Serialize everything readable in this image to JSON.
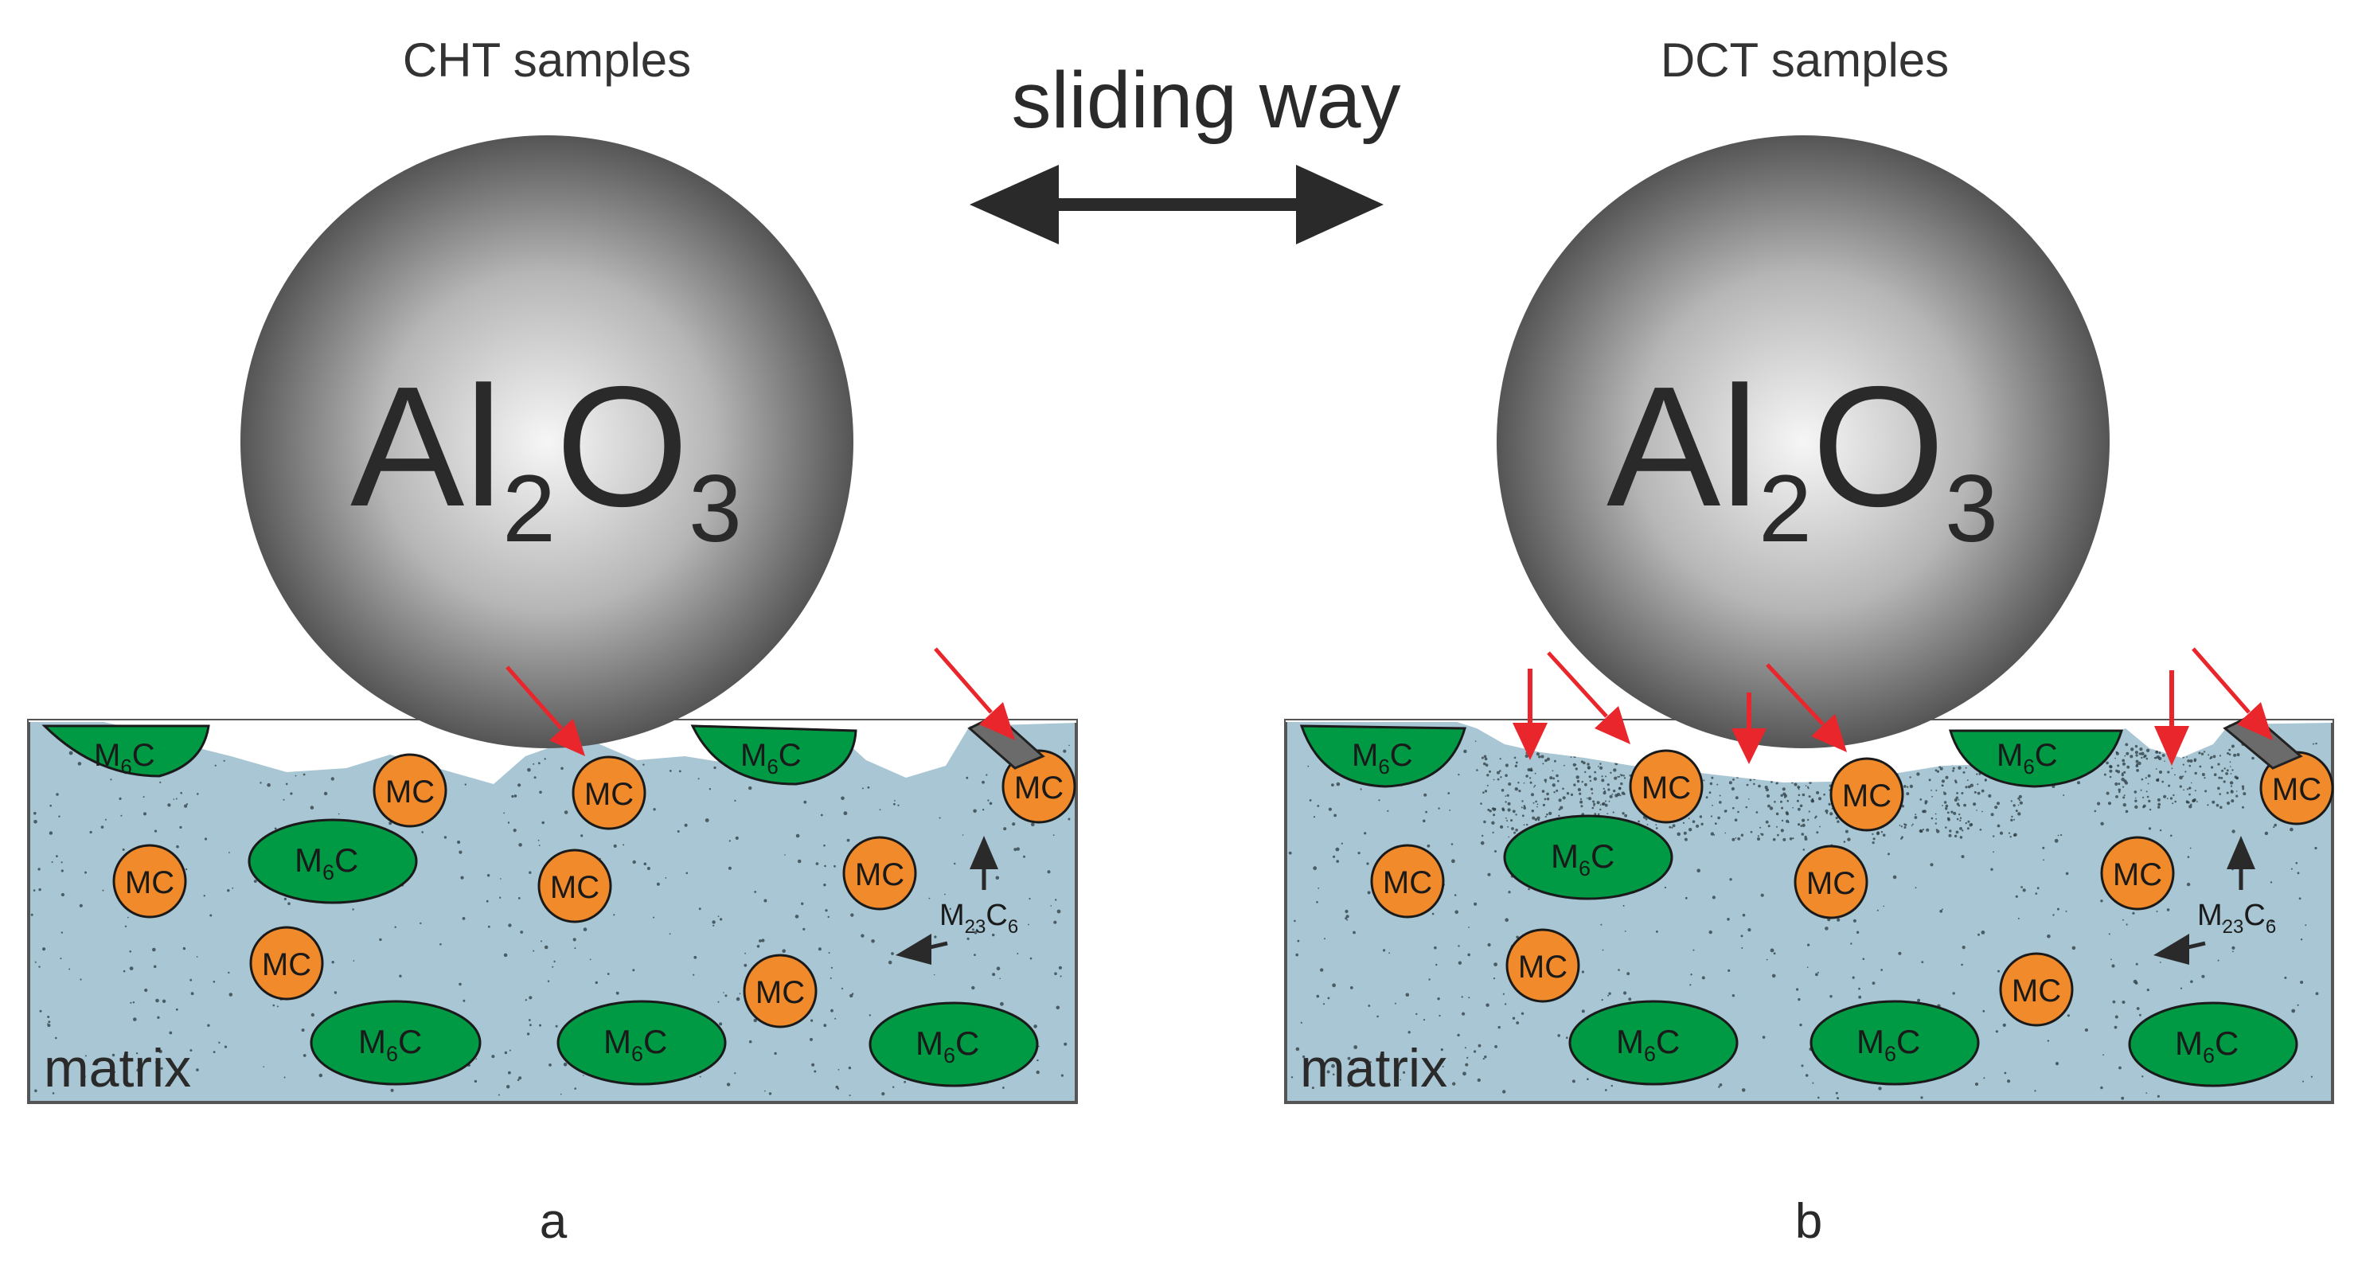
{
  "header": {
    "left_title": "CHT samples",
    "right_title": "DCT samples",
    "center_label": "sliding way"
  },
  "ball": {
    "formula": {
      "a": "Al",
      "b": "2",
      "c": "O",
      "d": "3"
    }
  },
  "labels": {
    "matrix": "matrix",
    "mc": "MC",
    "m6c": {
      "m": "M",
      "sub": "6",
      "c": "C"
    },
    "m23c6": {
      "m": "M",
      "sub1": "23",
      "c": "C",
      "sub2": "6"
    }
  },
  "captions": {
    "a": "a",
    "b": "b"
  },
  "colors": {
    "matrix_fill": "#a8c6d3",
    "m6c_fill": "#009a44",
    "mc_fill": "#f18a2b",
    "arrow_red": "#e8262b",
    "arrow_dark": "#2a2a2a",
    "ball_center": "#f6f6f6",
    "ball_edge": "#555555"
  },
  "icons": {
    "sliding_arrow": "double-headed-arrow-icon",
    "wear_arrow": "red-arrow-icon",
    "pointer_arrow": "dark-arrow-icon"
  }
}
